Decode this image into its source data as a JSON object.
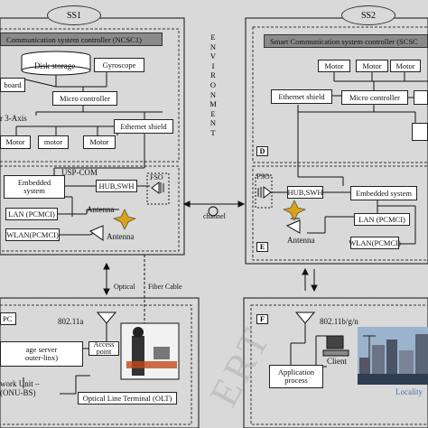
{
  "ss1": {
    "title": "SS1",
    "controller_header": "Communication system controller (NCSC1)",
    "disk_storage": "Disk storage",
    "gyroscope": "Gyroscope",
    "keyboard": "board",
    "micro_controller": "Micro controller",
    "sensor_3axis": "r 3-Axis",
    "ethernet_shield": "Ethernet shield",
    "motor1": "Motor",
    "motor2": "motor",
    "motor3": "Motor",
    "usp_com": "USP-COM",
    "embedded_system": "Embedded system",
    "hub_swh": "HUB,SWH",
    "fso": "FSO",
    "lan": "LAN (PCMCI)",
    "antenna1": "Antenna",
    "wlan": "WLAN(PCMCI)",
    "antenna2": "Antenna"
  },
  "ss2": {
    "title": "SS2",
    "controller_header": "Smart Communication system controller (SCSC",
    "motor1": "Motor",
    "motor2": "Motor",
    "motor3": "Motor",
    "ethernet_shield": "Ethernet shield",
    "micro_controller": "Micro controller",
    "tag_d": "D",
    "tag_e": "E",
    "fso": "FSO",
    "hub_swh": "HUB,SWH",
    "embedded_system": "Embedded system",
    "lan": "LAN (PCMCI)",
    "antenna": "Antenna",
    "wlan": "WLAN(PCMCI)"
  },
  "environment": [
    "E",
    "N",
    "V",
    "I",
    "R",
    "O",
    "N",
    "M",
    "E",
    "N",
    "T"
  ],
  "channel": "channel",
  "optical": {
    "left": "Optical",
    "right": "Fiber Cable"
  },
  "bottom_left": {
    "pc": "PC",
    "wifi": "802.11a",
    "storage_server": "age server\nouter-linx)",
    "access_point": "Access point",
    "network_unit": "work Unit –\n(ONU-BS)",
    "olt": "Optical Line Terminal (OLT)"
  },
  "bottom_right": {
    "tag_f": "F",
    "wifi": "802.11b/g/n",
    "client": "Client",
    "application_process": "Application\nprocess",
    "locality": "Locality"
  },
  "watermark": "ERT"
}
